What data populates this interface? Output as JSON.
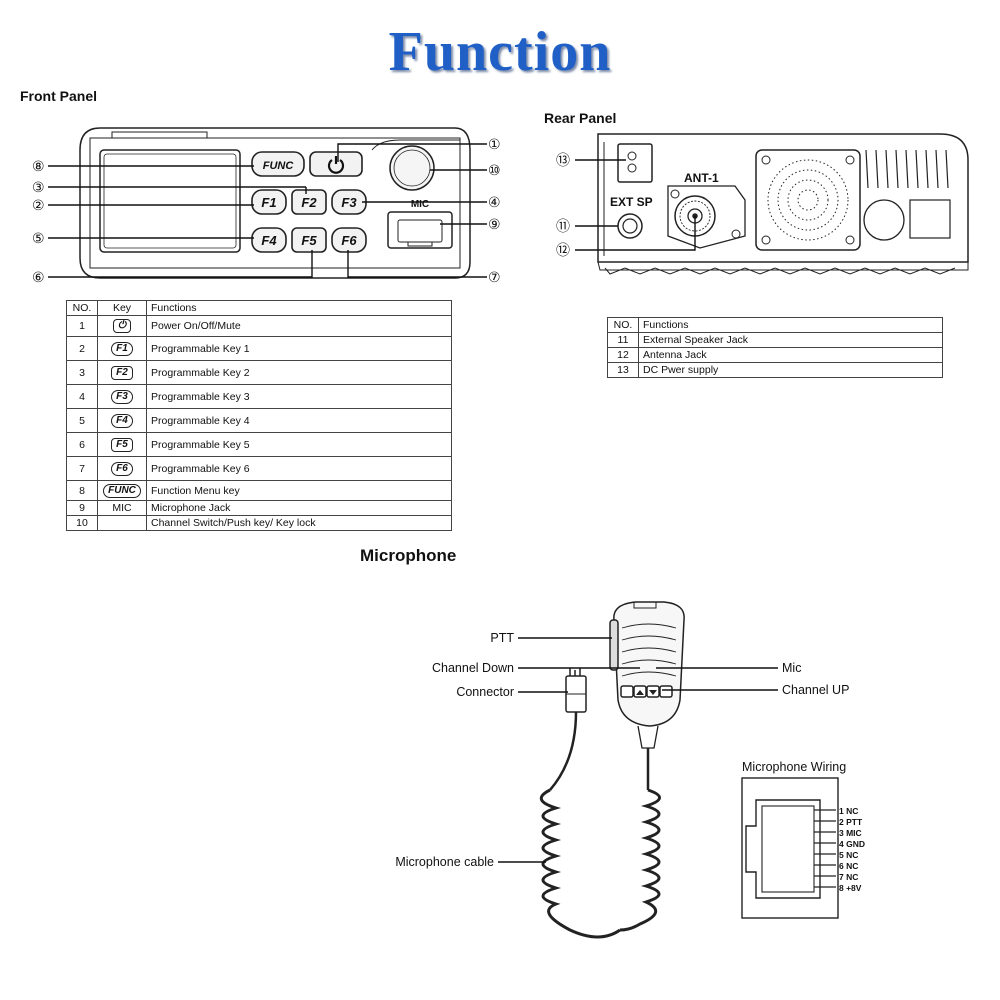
{
  "title": "Function",
  "front_panel": {
    "heading": "Front Panel",
    "buttons": {
      "func": "FUNC",
      "f1": "F1",
      "f2": "F2",
      "f3": "F3",
      "f4": "F4",
      "f5": "F5",
      "f6": "F6",
      "mic": "MIC"
    },
    "callouts": [
      "①",
      "②",
      "③",
      "④",
      "⑤",
      "⑥",
      "⑦",
      "⑧",
      "⑨",
      "⑩"
    ],
    "table": {
      "headers": [
        "NO.",
        "Key",
        "Functions"
      ],
      "rows": [
        {
          "no": "1",
          "key": "",
          "function": "Power On/Off/Mute"
        },
        {
          "no": "2",
          "key": "F1",
          "function": "Programmable Key 1"
        },
        {
          "no": "3",
          "key": "F2",
          "function": "Programmable Key 2"
        },
        {
          "no": "4",
          "key": "F3",
          "function": "Programmable Key 3"
        },
        {
          "no": "5",
          "key": "F4",
          "function": "Programmable Key 4"
        },
        {
          "no": "6",
          "key": "F5",
          "function": "Programmable Key 5"
        },
        {
          "no": "7",
          "key": "F6",
          "function": "Programmable Key 6"
        },
        {
          "no": "8",
          "key": "FUNC",
          "function": "Function Menu key"
        },
        {
          "no": "9",
          "key": "MIC",
          "function": "Microphone Jack"
        },
        {
          "no": "10",
          "key": "",
          "function": "Channel Switch/Push key/ Key lock"
        }
      ]
    }
  },
  "rear_panel": {
    "heading": "Rear Panel",
    "labels": {
      "ant": "ANT-1",
      "ext": "EXT SP"
    },
    "callouts": [
      "⑪",
      "⑫",
      "⑬"
    ],
    "table": {
      "headers": [
        "NO.",
        "Functions"
      ],
      "rows": [
        {
          "no": "11",
          "function": "External Speaker Jack"
        },
        {
          "no": "12",
          "function": "Antenna Jack"
        },
        {
          "no": "13",
          "function": "DC Pwer supply"
        }
      ]
    }
  },
  "microphone": {
    "heading": "Microphone",
    "labels": {
      "ptt": "PTT",
      "channel_down": "Channel Down",
      "connector": "Connector",
      "mic": "Mic",
      "channel_up": "Channel UP",
      "cable": "Microphone cable"
    },
    "wiring": {
      "title": "Microphone Wiring",
      "pins": [
        "1 NC",
        "2 PTT",
        "3 MIC",
        "4 GND",
        "5 NC",
        "6 NC",
        "7 NC",
        "8 +8V"
      ]
    }
  }
}
